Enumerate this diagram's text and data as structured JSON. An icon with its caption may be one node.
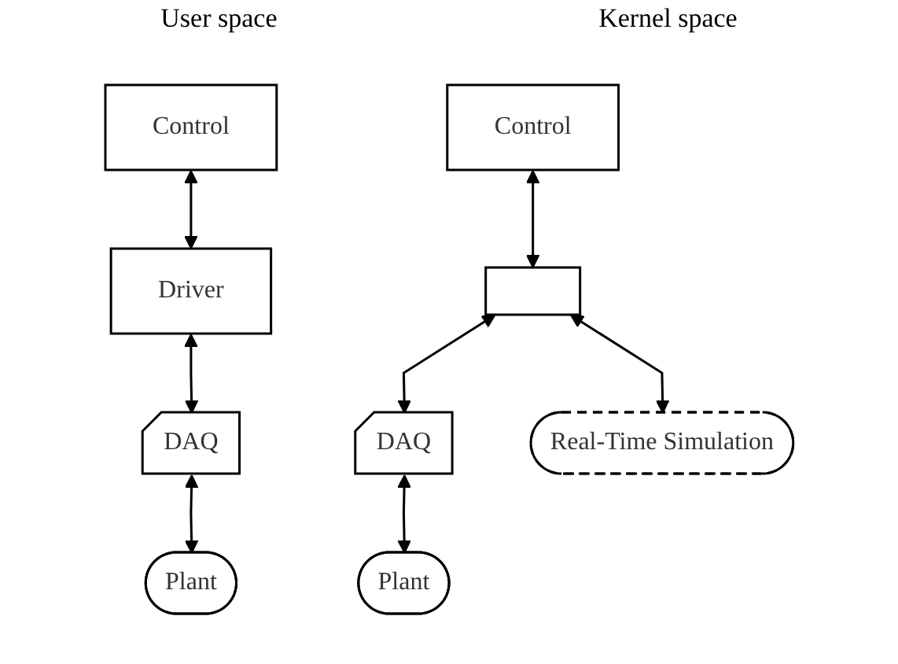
{
  "diagram": {
    "nodes": [
      {
        "text": [
          "Control"
        ]
      },
      {
        "text": [
          "Driver"
        ]
      },
      {
        "text": [
          "DAQ"
        ]
      },
      {
        "text": [
          "Plant"
        ]
      },
      {
        "text": [
          "Control"
        ]
      },
      {
        "text": [],
        "shape": "box"
      },
      {
        "text": [
          "DAQ"
        ]
      },
      {
        "text": [
          "Real-Time Simulation"
        ]
      },
      {
        "text": [
          "Plant"
        ]
      }
    ],
    "edges": [
      {
        "from": 0,
        "to": 1,
        "arrow": "both"
      },
      {
        "from": 1,
        "to": 2,
        "arrow": "both"
      },
      {
        "from": 2,
        "to": 3,
        "arrow": "both"
      },
      {
        "from": 4,
        "to": 5,
        "arrow": "both"
      },
      {
        "from": 5,
        "to": 6,
        "arrow": "both"
      },
      {
        "from": 5,
        "to": 7,
        "arrow": "both"
      },
      {
        "from": 6,
        "to": 8,
        "arrow": "both"
      }
    ],
    "labels": [
      "User space",
      "Kernel space"
    ]
  }
}
